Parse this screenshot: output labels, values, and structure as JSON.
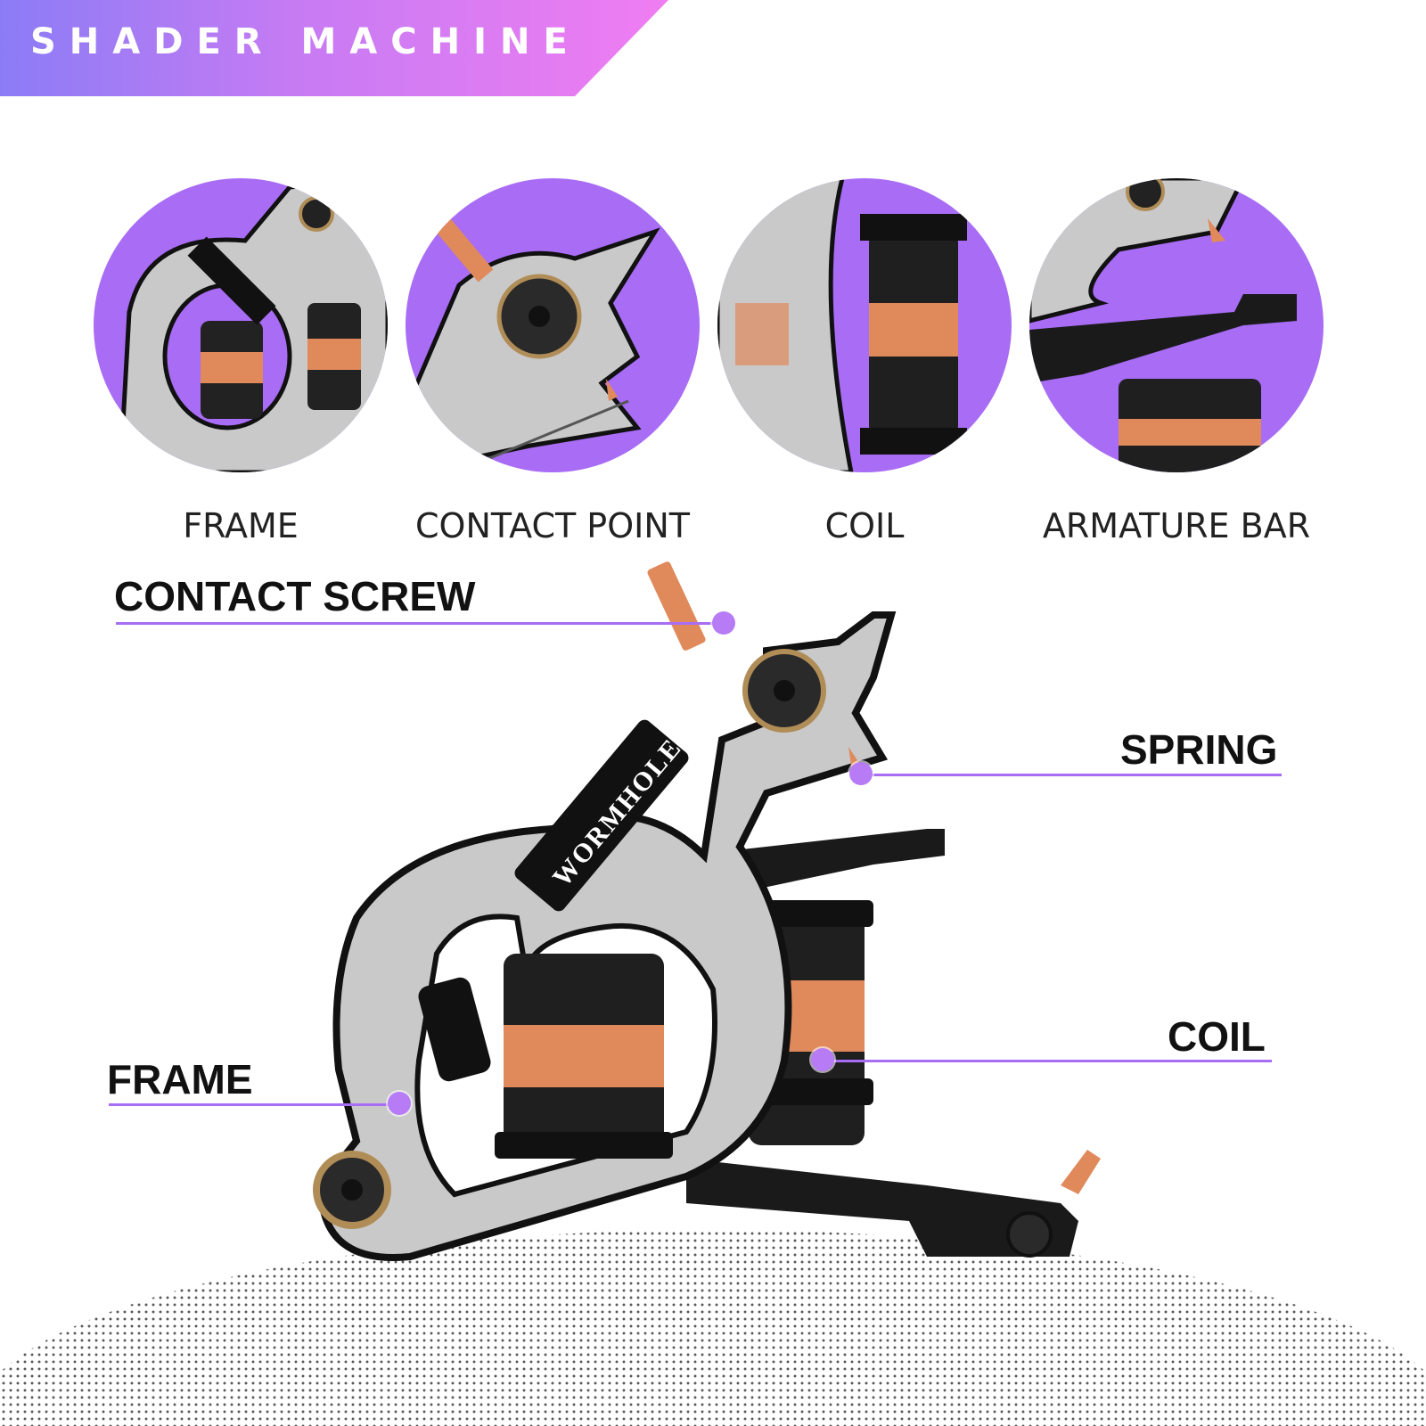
{
  "banner": {
    "title": "SHADER MACHINE"
  },
  "details": [
    {
      "label": "FRAME"
    },
    {
      "label": "CONTACT POINT"
    },
    {
      "label": "COIL"
    },
    {
      "label": "ARMATURE BAR"
    }
  ],
  "callouts": {
    "contact_screw": "CONTACT SCREW",
    "spring": "SPRING",
    "coil": "COIL",
    "frame": "FRAME"
  },
  "brand_mark": "WORMHOLE",
  "colors": {
    "accent": "#a86cf5",
    "banner_start": "#8b7cf6",
    "banner_end": "#f07df2",
    "frame_metal": "#c9c9c9",
    "copper": "#e08a5c"
  }
}
